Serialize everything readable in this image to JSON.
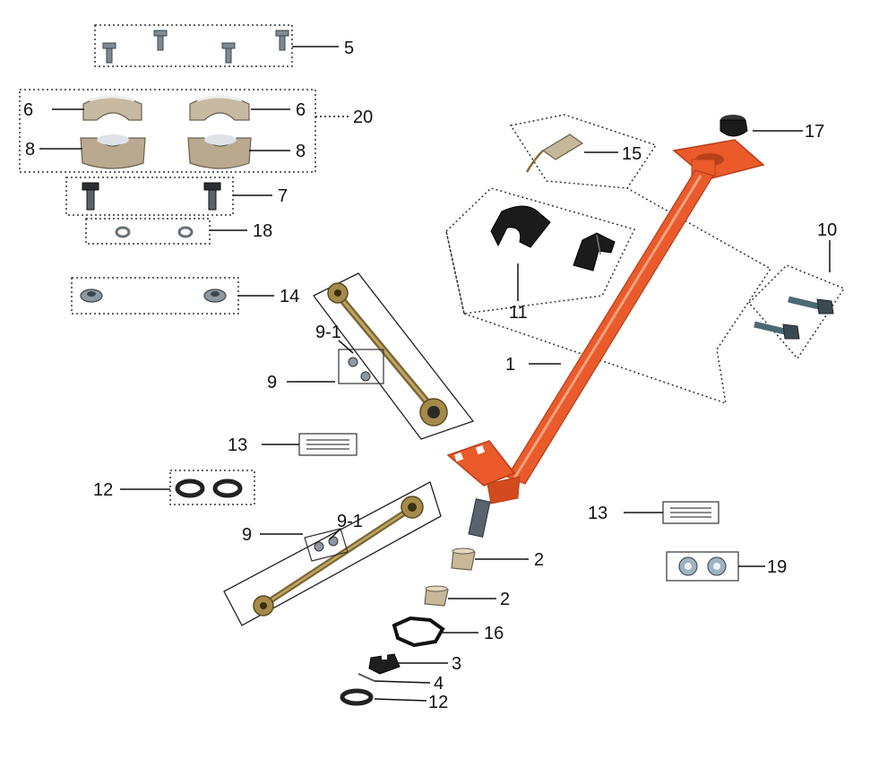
{
  "colors": {
    "tube": "#ea5a2a",
    "tube_dark": "#b8401a",
    "metal": "#9aa4ae",
    "brass": "#a58a4a",
    "rubber": "#1b1b1b",
    "line": "#111111"
  },
  "labels": {
    "l1": "1",
    "l2a": "2",
    "l2b": "2",
    "l3": "3",
    "l4": "4",
    "l5": "5",
    "l6a": "6",
    "l6b": "6",
    "l7": "7",
    "l8a": "8",
    "l8b": "8",
    "l9a": "9",
    "l9b": "9",
    "l91a": "9-1",
    "l91b": "9-1",
    "l10": "10",
    "l11": "11",
    "l12a": "12",
    "l12b": "12",
    "l13a": "13",
    "l13b": "13",
    "l14": "14",
    "l15": "15",
    "l16": "16",
    "l17": "17",
    "l18": "18",
    "l19": "19",
    "l20": "20"
  }
}
